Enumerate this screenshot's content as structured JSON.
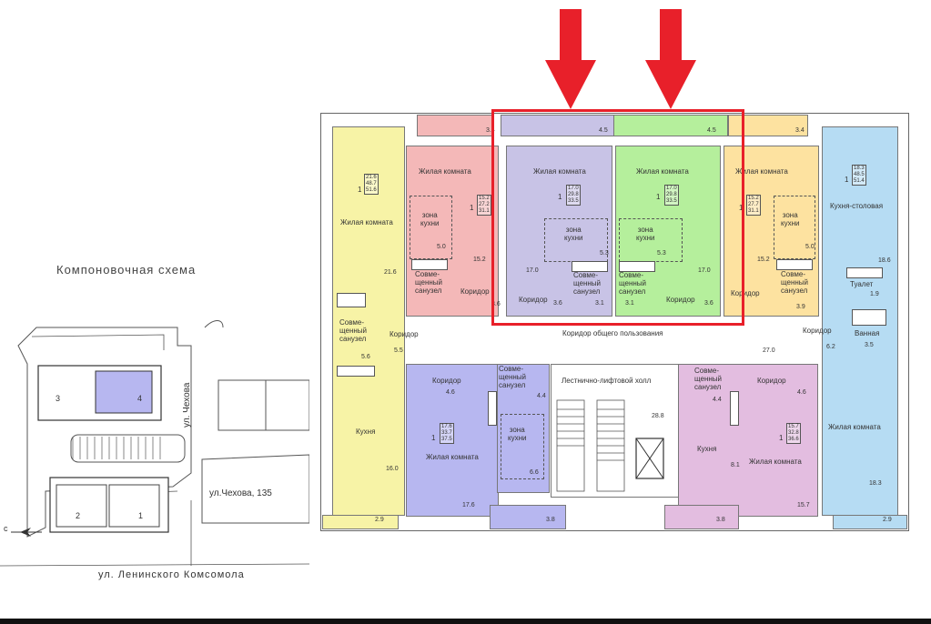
{
  "scheme": {
    "title": "Компоновочная схема",
    "street_chekhova": "ул. Чехова",
    "address_label": "ул.Чехова, 135",
    "street_lenina": "ул. Ленинского Комсомола",
    "compass": "с",
    "blocks": [
      "3",
      "4",
      "2",
      "1"
    ]
  },
  "plan": {
    "colors": {
      "yellow": "#f7f3a6",
      "pink": "#f4b8b8",
      "lavender": "#c8c3e6",
      "green": "#b5ef9c",
      "orange": "#fde2a0",
      "blue": "#b6dcf3",
      "purple": "#b7b7f0",
      "magenta": "#e3bde0",
      "highlight": "#e8202a"
    },
    "corridor": "Коридор общего пользования",
    "hall": "Лестнично-лифтовой холл",
    "hall_area": "28.8",
    "corridor_area": "27.0",
    "apt_yellow": {
      "box": [
        "21.6",
        "48.7",
        "51.6"
      ],
      "rooms_count": "1",
      "living": "Жилая комната",
      "living_area": "21.6",
      "bath": "Совме-\nщенный\nсанузел",
      "bath_area": "5.6",
      "corridor": "Коридор",
      "corridor_area": "5.5",
      "kitchen": "Кухня",
      "kitchen_area": "16.0",
      "balcony_area": "2.9"
    },
    "apt_pink": {
      "box": [
        "15.2",
        "27.2",
        "31.1"
      ],
      "rooms_count": "1",
      "living": "Жилая комната",
      "zone": "зона\nкухни",
      "zone_area": "5.0",
      "living_area": "15.2",
      "bath": "Совме-\nщенный\nсанузел",
      "corridor": "Коридор",
      "corridor_area": "3.6",
      "balcony_area": "3.4"
    },
    "apt_lavender": {
      "box": [
        "17.0",
        "29.8",
        "33.5"
      ],
      "rooms_count": "1",
      "living": "Жилая комната",
      "zone": "зона\nкухни",
      "zone_area": "5.3",
      "living_area": "17.0",
      "bath": "Совме-\nщенный\nсанузел",
      "bath_area": "3.1",
      "corridor": "Коридор",
      "corridor_area": "3.6",
      "balcony_area": "4.5"
    },
    "apt_green": {
      "box": [
        "17.0",
        "29.8",
        "33.5"
      ],
      "rooms_count": "1",
      "living": "Жилая комната",
      "zone": "зона\nкухни",
      "zone_area": "5.3",
      "living_area": "17.0",
      "bath": "Совме-\nщенный\nсанузел",
      "bath_area": "3.1",
      "corridor": "Коридор",
      "corridor_area": "3.6",
      "balcony_area": "4.5"
    },
    "apt_orange": {
      "box": [
        "15.2",
        "27.7",
        "31.1"
      ],
      "rooms_count": "1",
      "living": "Жилая комната",
      "zone": "зона\nкухни",
      "zone_area": "5.0",
      "living_area": "15.2",
      "bath": "Совме-\nщенный\nсанузел",
      "bath_area": "3.9",
      "corridor": "Коридор",
      "balcony_area": "3.4"
    },
    "apt_blue": {
      "box": [
        "18.3",
        "48.5",
        "51.4"
      ],
      "rooms_count": "1",
      "kitchen": "Кухня-столовая",
      "kitchen_area": "18.6",
      "toilet": "Туалет",
      "toilet_area": "1.9",
      "bath": "Ванная",
      "bath_area": "3.5",
      "corridor": "Коридор",
      "corridor_area": "6.2",
      "living": "Жилая комната",
      "living_area": "18.3",
      "balcony_area": "2.9"
    },
    "apt_purple": {
      "box": [
        "17.6",
        "33.7",
        "37.5"
      ],
      "rooms_count": "1",
      "corridor": "Коридор",
      "corridor_area": "4.6",
      "bath": "Совме-\nщенный\nсанузел",
      "bath_area": "4.4",
      "zone": "зона\nкухни",
      "zone_area": "6.6",
      "living": "Жилая комната",
      "living_area": "17.6",
      "balcony_area": "3.8"
    },
    "apt_magenta": {
      "box": [
        "15.7",
        "32.8",
        "36.6"
      ],
      "rooms_count": "1",
      "bath": "Совме-\nщенный\nсанузел",
      "bath_area": "4.4",
      "corridor": "Коридор",
      "corridor_area": "4.6",
      "kitchen": "Кухня",
      "kitchen_area": "8.1",
      "living": "Жилая комната",
      "living_area": "15.7",
      "balcony_area": "3.8"
    }
  }
}
